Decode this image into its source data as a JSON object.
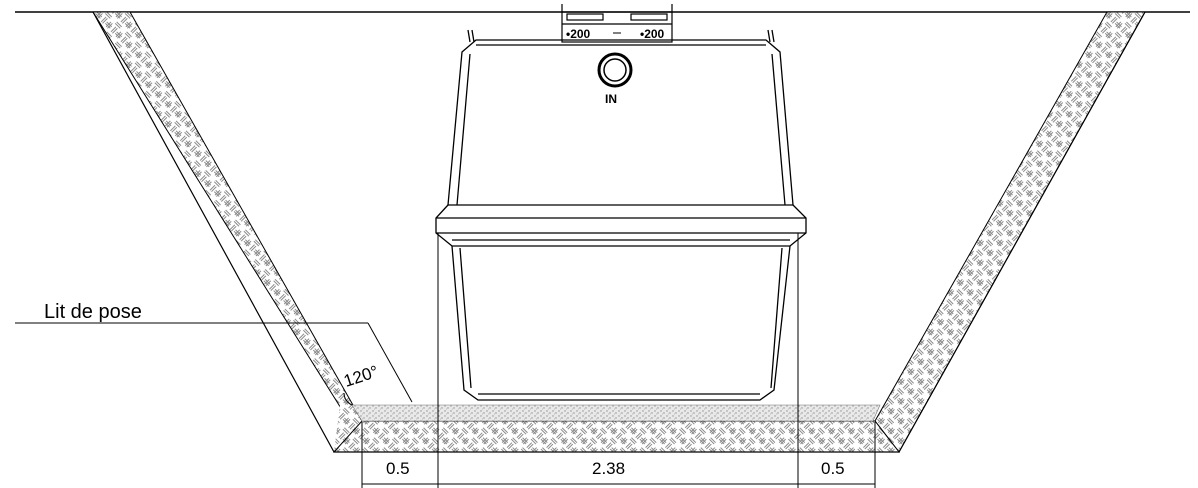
{
  "labels": {
    "bedding": "Lit de pose",
    "angle": "120°",
    "inlet": "IN",
    "riser_left": "•200",
    "riser_right": "•200"
  },
  "dimensions": {
    "left_clearance": "0.5",
    "tank_width": "2.38",
    "right_clearance": "0.5"
  },
  "colors": {
    "line": "#000000",
    "soil_hatch": "#8a8a8a",
    "gravel": "#9a9a9a",
    "background": "#ffffff"
  }
}
